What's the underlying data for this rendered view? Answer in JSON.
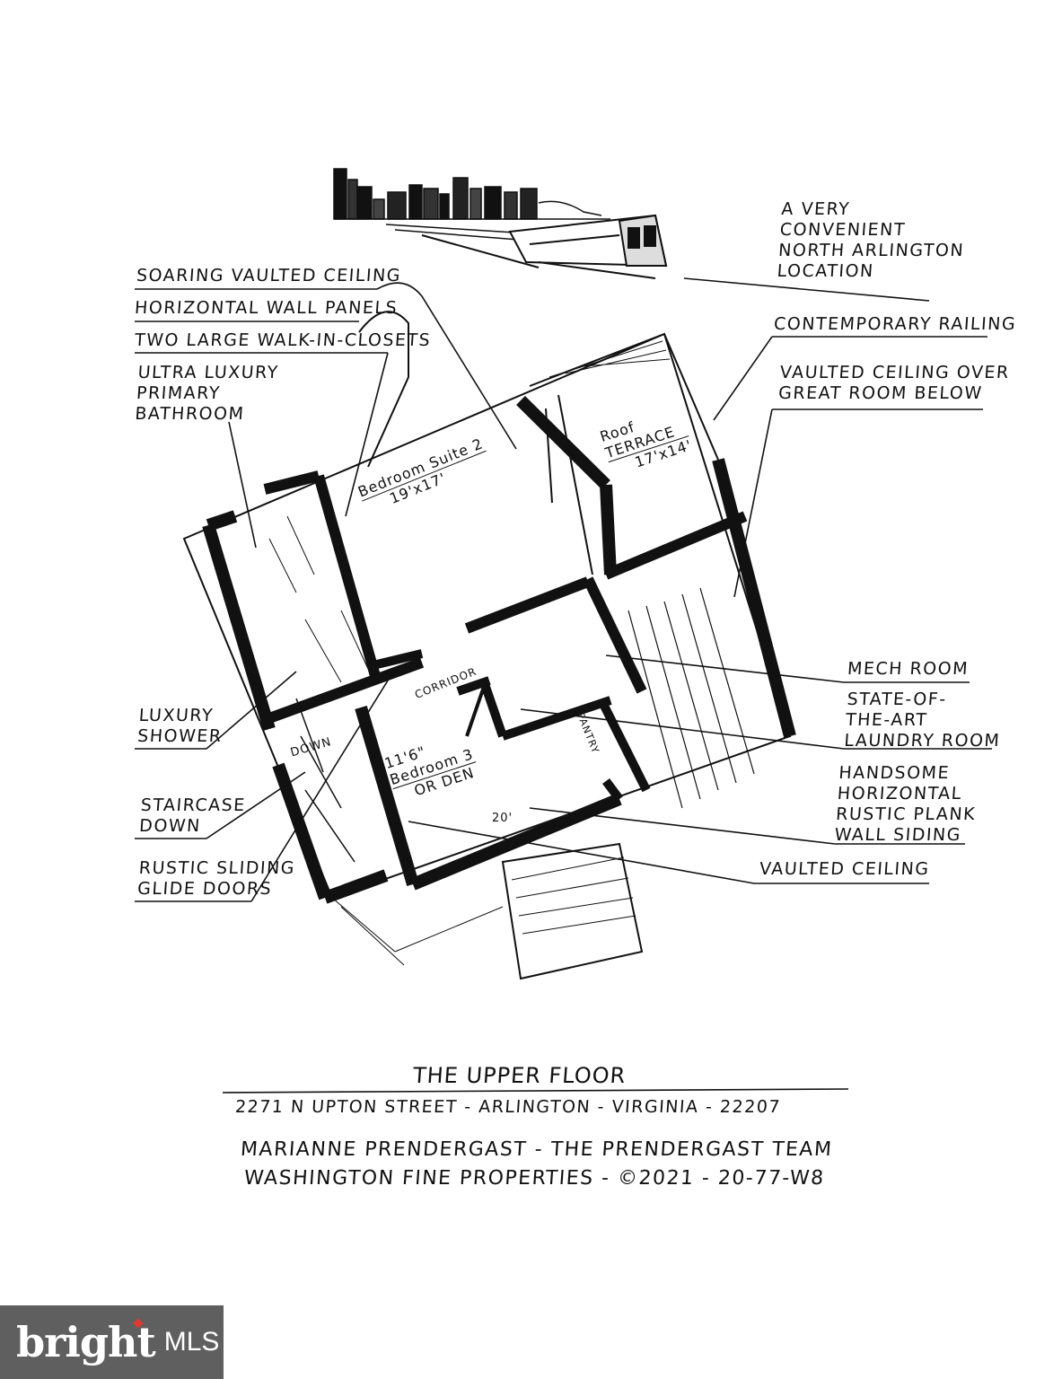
{
  "skyline_caption": [
    "A VERY",
    "CONVENIENT",
    "NORTH ARLINGTON",
    "LOCATION"
  ],
  "callouts_left": {
    "soaring": "SOARING VAULTED CEILING",
    "panels": "HORIZONTAL WALL PANELS",
    "closets": "TWO LARGE WALK-IN-CLOSETS",
    "bath": [
      "ULTRA LUXURY",
      "PRIMARY",
      "BATHROOM"
    ],
    "shower": [
      "LUXURY",
      "SHOWER"
    ],
    "stairs": [
      "STAIRCASE",
      "DOWN"
    ],
    "glide": [
      "RUSTIC SLIDING",
      "GLIDE DOORS"
    ]
  },
  "callouts_right": {
    "railing": "CONTEMPORARY RAILING",
    "vaulted_great": [
      "VAULTED CEILING OVER",
      "GREAT ROOM BELOW"
    ],
    "mech": "MECH ROOM",
    "laundry": [
      "STATE-OF-",
      "THE-ART",
      "LAUNDRY ROOM"
    ],
    "siding": [
      "HANDSOME",
      "HORIZONTAL",
      "RUSTIC PLANK",
      "WALL SIDING"
    ],
    "vaulted": "VAULTED CEILING"
  },
  "rooms": {
    "suite_name": "Bedroom Suite 2",
    "suite_dim": "19'x17'",
    "terrace_name": [
      "Roof",
      "TERRACE"
    ],
    "terrace_dim": "17'x14'",
    "corridor": "CORRIDOR",
    "bed3_dim": "11'6\"",
    "bed3_name": "Bedroom 3",
    "bed3_alt": "OR DEN",
    "bed3_width": "20'",
    "down": "DOWN",
    "pantry": "PANTRY"
  },
  "footer": {
    "title": "THE UPPER FLOOR",
    "address": "2271 N UPTON STREET - ARLINGTON - VIRGINIA - 22207",
    "agent": "MARIANNE PRENDERGAST - THE PRENDERGAST TEAM",
    "brokerage": "WASHINGTON FINE PROPERTIES - ©2021 - 20-77-W8"
  },
  "watermark": {
    "brand": "bright",
    "suffix": "MLS"
  },
  "colors": {
    "ink": "#111111",
    "logo_bg": "#5f5f5f",
    "logo_accent": "#e03a2f"
  }
}
